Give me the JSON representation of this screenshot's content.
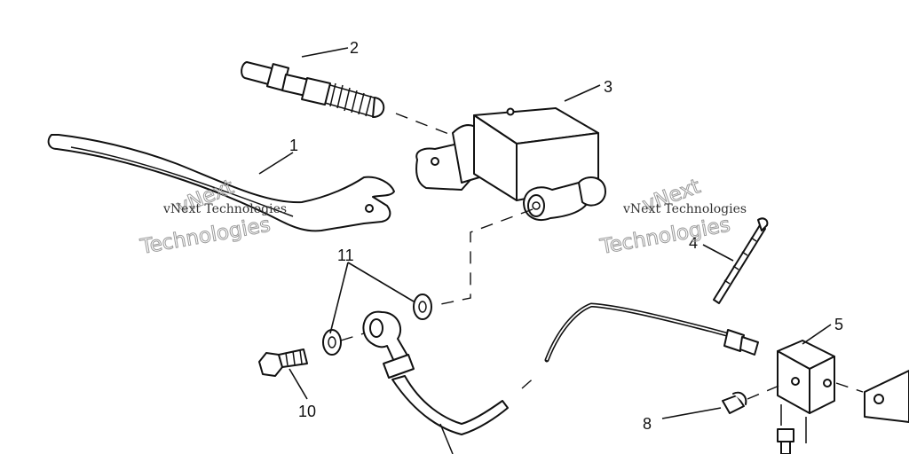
{
  "callouts": {
    "lever": "1",
    "cable": "2",
    "master_cylinder": "3",
    "brake_line": "4",
    "junction_block": "5",
    "bleeder": "8",
    "banjo_bolt": "10",
    "washers": "11"
  },
  "watermarks": {
    "left_line": "vNext Technologies",
    "left_outline_a": "vNext",
    "left_outline_b": "Technologies",
    "right_line": "vNext Technologies",
    "right_outline_a": "vNext",
    "right_outline_b": "Technologies"
  }
}
